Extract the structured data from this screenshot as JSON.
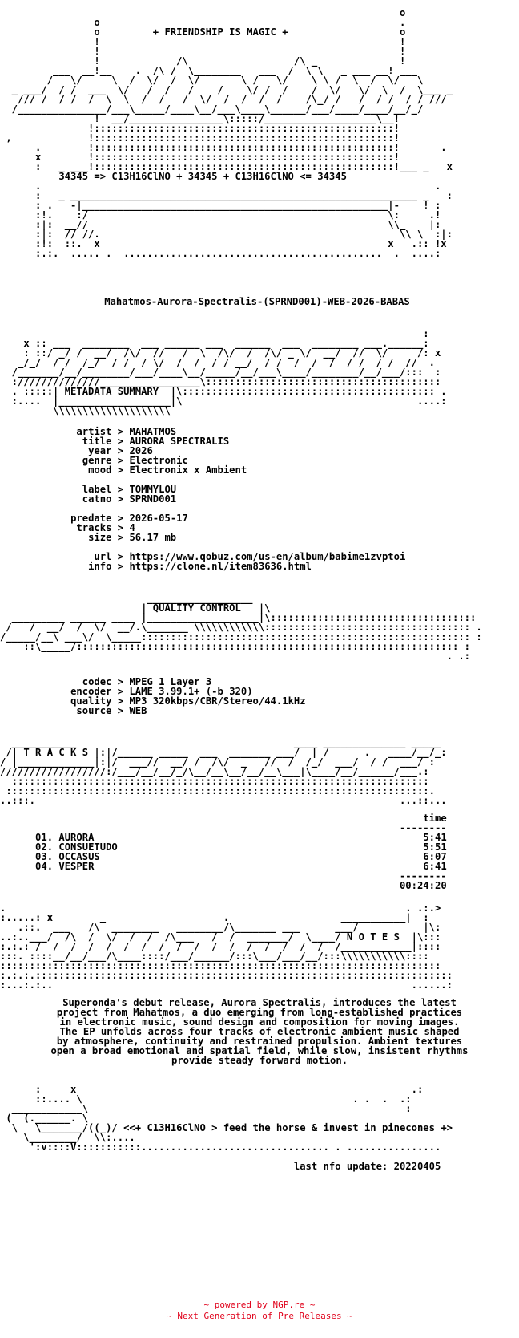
{
  "header_art": "                                                                    o\n                o                                                   .\n                o         + FRIENDSHIP IS MAGIC +                   o\n                !                                                   !\n                !                                                   !\n                !             /\\                  /\\ _              !\n         ___  __!__    .  /\\ /  \\________   ___  /  \\ \\   _ ___ __! ___\n        /   \\/     \\  /  \\/  /  \\/       \\ /   \\/    \\ \\ /  \\  /  \\/   \\\n  _ ___/  / /  ___  \\/   /  /   /    /    \\/ /  /    /  \\/   \\/  \\  /  \\___ _\n   /// /  / /  /  \\  \\  /  /   /  \\/  /  /  /  /    /\\_/ /   /  / /  / / ///\n  /_______________/___\\_____/____\\__/___\\____\\______/___/____/____/__/_/\n                !  __/________________\\:::::/___________________\\__!\n               !:::::::::::::::::::::::::::::::::::::::::::::::::::!\n ,             !:::::::::::::::::::::::::::::::::::::::::::::::::::!\n      .        !:::::::::::::::::::::::::::::::::::::::::::::::::::!       .\n      x        !:::::::::::::::::::::::::::::::::::::::::::::::::::!\n      :   _ ___!:::::::::::::::::::::::::::::::::::::::::::::::::::!___ _   x\n      :",
  "banner": "34345 => C13H16ClNO + 34345 + C13H16ClNO <= 34345",
  "header_art_2": "      .                                                                   .\n      :   _ ___________________________________________________________ _   :\n      : .   -|____________________________________________________|-    ! :\n      :!.    :/                                                   \\:     .!\n      :|:  __//                                                   \\\\_    |:\n      :|:  // //.                                                   \\\\ \\  :|:\n      :!:  ::.  x                                                 x   .:: !x\n      :.:.  ..... .  ............................................  .  ....:",
  "release_name": "Mahatmos-Aurora-Spectralis-(SPRND001)-WEB-2026-BABAS",
  "metadata_art": "                                                                        :\n    x :: ___  ________  ___ ______ ___  ______  ___  ________ ___.______:\n    : ::/ _/ /  __/  /\\/  //   /  \\  /\\/  /  /\\/ _ \\/  __/  //  \\/     /: x\n   _/_/  / /  /_/  / /  / \\/  /  /  / / __/  / /  /  /  /  / /  / /  //  .\n  /_______/__/________/___/____\\__/_____/__/___\\____/________/__/___/:::  :\n  ://////////////_________________\\::::::::::::::::::::::::::::::::::::::::\n  . :::::| METADATA SUMMARY  |\\::::::::::::::::::::::::::::::::::::::::::: .\n  :....  |___________________|\\                                        ....:\n         \\\\\\\\\\\\\\\\\\\\\\\\\\\\\\\\\\\\\\\\",
  "metadata": {
    "group1": [
      {
        "key": "artist",
        "value": "MAHATMOS"
      },
      {
        "key": "title",
        "value": "AURORA SPECTRALIS"
      },
      {
        "key": "year",
        "value": "2026"
      },
      {
        "key": "genre",
        "value": "Electronic"
      },
      {
        "key": "mood",
        "value": "Electronix x Ambient"
      }
    ],
    "group2": [
      {
        "key": "label",
        "value": "TOMMYLOU"
      },
      {
        "key": "catno",
        "value": "SPRND001"
      }
    ],
    "group3": [
      {
        "key": "predate",
        "value": "2026-05-17"
      },
      {
        "key": "tracks",
        "value": "4"
      },
      {
        "key": "size",
        "value": "56.17 mb"
      }
    ],
    "group4": [
      {
        "key": "url",
        "value": "https://www.qobuz.com/us-en/album/babime1zvptoi"
      },
      {
        "key": "info",
        "value": "https://clone.nl/item83636.html"
      }
    ]
  },
  "quality_art": "                         __________________\n                        | QUALITY CONTROL   |\\\n  _________ ______ ____ |___________________|\\:::::::::::::::::::::::::::::::::::\n /   /  __/  /  \\/  __/.\\_______ \\\\\\\\\\\\\\\\\\\\\\\\::::::::::::::::::::::::::::::::::: .\n/_____/__\\ ___\\/  \\_____:::::::::::::::::::::::::::::::::::::::::::::::::::::::: :\n    ::\\_____/::::::::::::::::::::::::::::::::::::::::::::::::::::::::::::::::: :\n                                                                            . .:",
  "quality": [
    {
      "key": "codec",
      "value": "MPEG 1 Layer 3"
    },
    {
      "key": "encoder",
      "value": "LAME 3.99.1+ (-b 320)"
    },
    {
      "key": "quality",
      "value": "MP3 320kbps/CBR/Stereo/44.1kHz"
    },
    {
      "key": "source",
      "value": "WEB"
    }
  ],
  "tracks_art": "  ___________                                     ____ ______________ _____\n /| T R A C K S |:|/______ _____  ___  _______ ___/  | /      .   ____/__/_:\n/ |_____________|:|/  ___//  __/ /  /\\/  _   //  /  /_/  ___/  / /  ___/ :\n//////////////////:/___/__/__/_/\\__/__\\__/__/__\\___|\\____/__/______/___.:\n  :::::::::::::::::::::::::::::::::::::::::::::::::::::::::::::::::::::::\n ::::::::::::::::::::::::::::::::::::::::::::::::::::::::::::::::::::::::.\n..:::.                                                              ...::...",
  "tracks_header": "time",
  "tracks": [
    {
      "label": "01. AURORA",
      "time": "5:41"
    },
    {
      "label": "02. CONSUETUDO",
      "time": "5:51"
    },
    {
      "label": "03. OCCASUS",
      "time": "6:07"
    },
    {
      "label": "04. VESPER",
      "time": "6:41"
    }
  ],
  "tracks_total": "00:24:20",
  "notes_art": ".                                                                    . .:.>\n:.....: x        _                    .                   ___________|  :\n   .::.  ___   /\\  ________   ________/\\_______ ___      ___/           |\\:\n..:..___/  /\\  /  \\/  /  /  /\\___   /  /  _______/  \\____/ N O T E S  |\\:::\n:.:.: /  /  /  /  /  /  /  /  /  /  /  /  /  /  /  /  /  /____________|::::\n:::. ::::__/__/___/\\____::::/___/______/:::\\___/___/__/:::\\\\\\\\\\\\\\\\\\\\\\::::\n:::::::::::::::::::::::::::::::::::::::::::::::::::::::::::::::::::::::::::\n:.:.:.:::::::::::::::::::::::::::::::::::::::::::::::::::::::::::::::::::::::\n:...:.:..                                                             ......:",
  "notes_text": "Superonda's debut release, Aurora Spectralis, introduces the latest\nproject from Mahatmos, a duo emerging from long-established practices\nin electronic music, sound design and composition for moving images.\nThe EP unfolds across four tracks of electronic ambient music shaped\nby atmosphere, continuity and restrained propulsion. Ambient textures\nopen a broad emotional and spatial field, while slow, insistent rhythms\nprovide steady forward motion.",
  "outro_art": "      :     x                                                         .:\n      ::.... \\                                              . .  .  .:\n  ____________\\                                                      :\n (  (.______. \\\n  \\   \\_______/((_)/",
  "outro_tagline": "<<+ C13H16ClNO > feed the horse & invest in pinecones +>",
  "outro_art_2": "    \\________/  \\\\:....\n     ':v::::V:::::::::::................................ . ................",
  "last_update": "last nfo update: 20220405",
  "footer": {
    "line1": "~ powered by NGP.re ~",
    "line2": "~ Next Generation of Pre Releases ~",
    "color": "#e0001a"
  }
}
